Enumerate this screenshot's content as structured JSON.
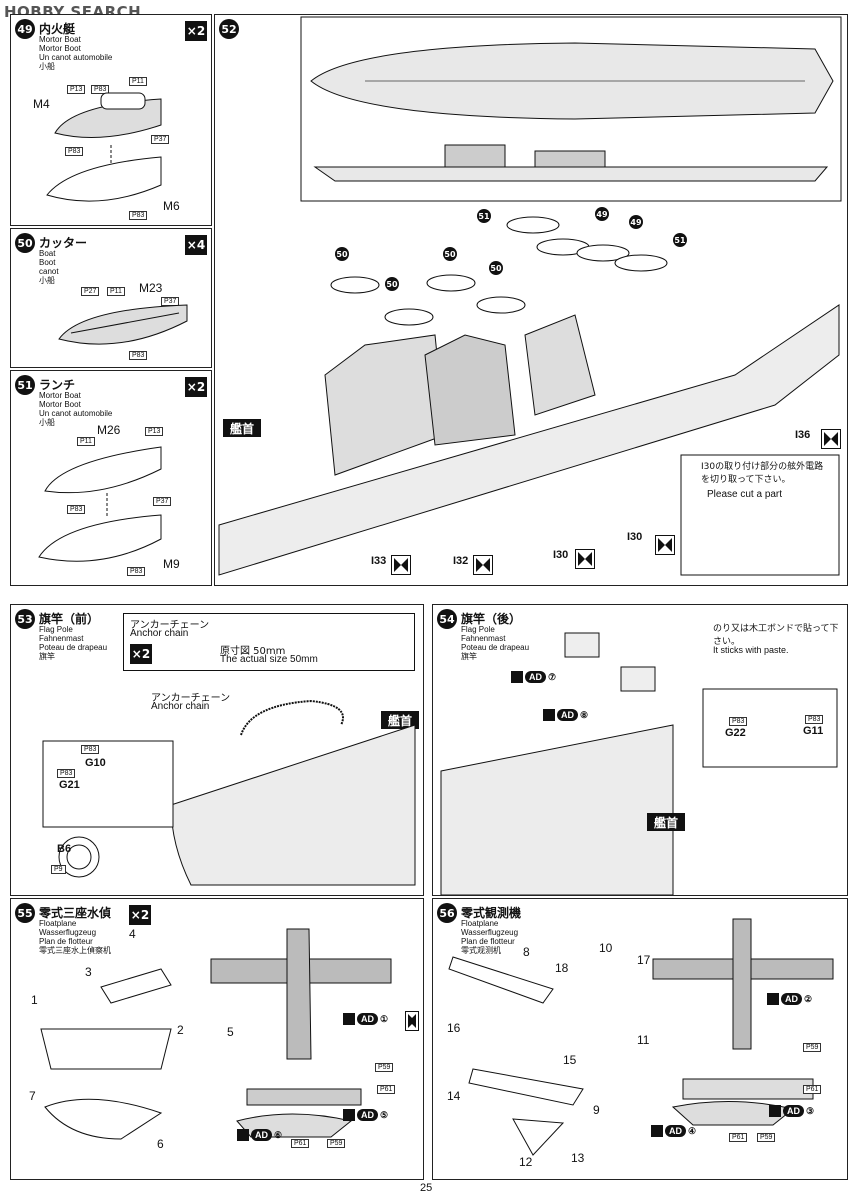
{
  "header": {
    "brand": "HOBBY SEARCH"
  },
  "page_number": "25",
  "steps": {
    "s49": {
      "num": "49",
      "title": "内火艇",
      "sub": "Mortor Boat\nMortor Boot\nUn canot automobile\n小船",
      "qty": "×2",
      "parts": [
        "M4",
        "M6"
      ],
      "refs": [
        "P13",
        "P83",
        "P11",
        "P37",
        "P83",
        "P83"
      ]
    },
    "s50": {
      "num": "50",
      "title": "カッター",
      "sub": "Boat\nBoot\ncanot\n小船",
      "qty": "×4",
      "parts": [
        "M23"
      ],
      "refs": [
        "P27",
        "P11",
        "P37",
        "P83"
      ]
    },
    "s51": {
      "num": "51",
      "title": "ランチ",
      "sub": "Mortor Boat\nMortor Boot\nUn canot automobile\n小船",
      "qty": "×2",
      "parts": [
        "M26",
        "M9"
      ],
      "refs": [
        "P13",
        "P11",
        "P83",
        "P37",
        "P83"
      ]
    },
    "s52": {
      "num": "52",
      "bow": "艦首",
      "parts": [
        "I36",
        "I30",
        "I33",
        "I32",
        "I30"
      ],
      "markers": [
        "50",
        "50",
        "50",
        "50",
        "51",
        "49",
        "49",
        "51"
      ],
      "note_jp": "I30の取り付け部分の舷外電路を切り取って下さい。",
      "note_en": "Please cut a part"
    },
    "s53": {
      "num": "53",
      "title": "旗竿（前）",
      "sub": "Flag Pole\nFahnenmast\nPoteau de drapeau\n旗竿",
      "chain_jp": "アンカーチェーン",
      "chain_en": "Anchor chain",
      "actual_jp": "原寸図 50mm",
      "actual_en": "The actual size 50mm",
      "qty": "×2",
      "bow": "艦首",
      "parts": [
        "G10",
        "G21",
        "B6"
      ],
      "refs": [
        "P83",
        "P83",
        "P9"
      ]
    },
    "s54": {
      "num": "54",
      "title": "旗竿（後）",
      "sub": "Flag Pole\nFahnenmast\nPoteau de drapeau\n旗竿",
      "note_jp": "のり又は木工ボンドで貼って下さい。",
      "note_en": "It sticks with paste.",
      "decals": [
        "⑦",
        "⑧"
      ],
      "bow": "艦首",
      "parts": [
        "G22",
        "G11"
      ],
      "refs": [
        "P83",
        "P83"
      ]
    },
    "s55": {
      "num": "55",
      "title": "零式三座水偵",
      "sub": "Floatplane\nWasserflugzeug\nPlan de flotteur\n零式三座水上偵察机",
      "qty": "×2",
      "parts": [
        "1",
        "2",
        "3",
        "4",
        "5",
        "6",
        "7"
      ],
      "decals": [
        "①",
        "⑤",
        "⑥"
      ],
      "refs": [
        "P59",
        "P61",
        "P61",
        "P59"
      ]
    },
    "s56": {
      "num": "56",
      "title": "零式観測機",
      "sub": "Floatplane\nWasserflugzeug\nPlan de flotteur\n零式观测机",
      "parts": [
        "8",
        "10",
        "18",
        "17",
        "16",
        "15",
        "11",
        "14",
        "9",
        "12",
        "13"
      ],
      "decals": [
        "②",
        "④",
        "③"
      ],
      "refs": [
        "P59",
        "P61",
        "P61",
        "P59"
      ]
    }
  },
  "decal_label": "AD",
  "colors": {
    "ink": "#111111",
    "paper": "#ffffff",
    "hull": "#cfcfcf"
  }
}
